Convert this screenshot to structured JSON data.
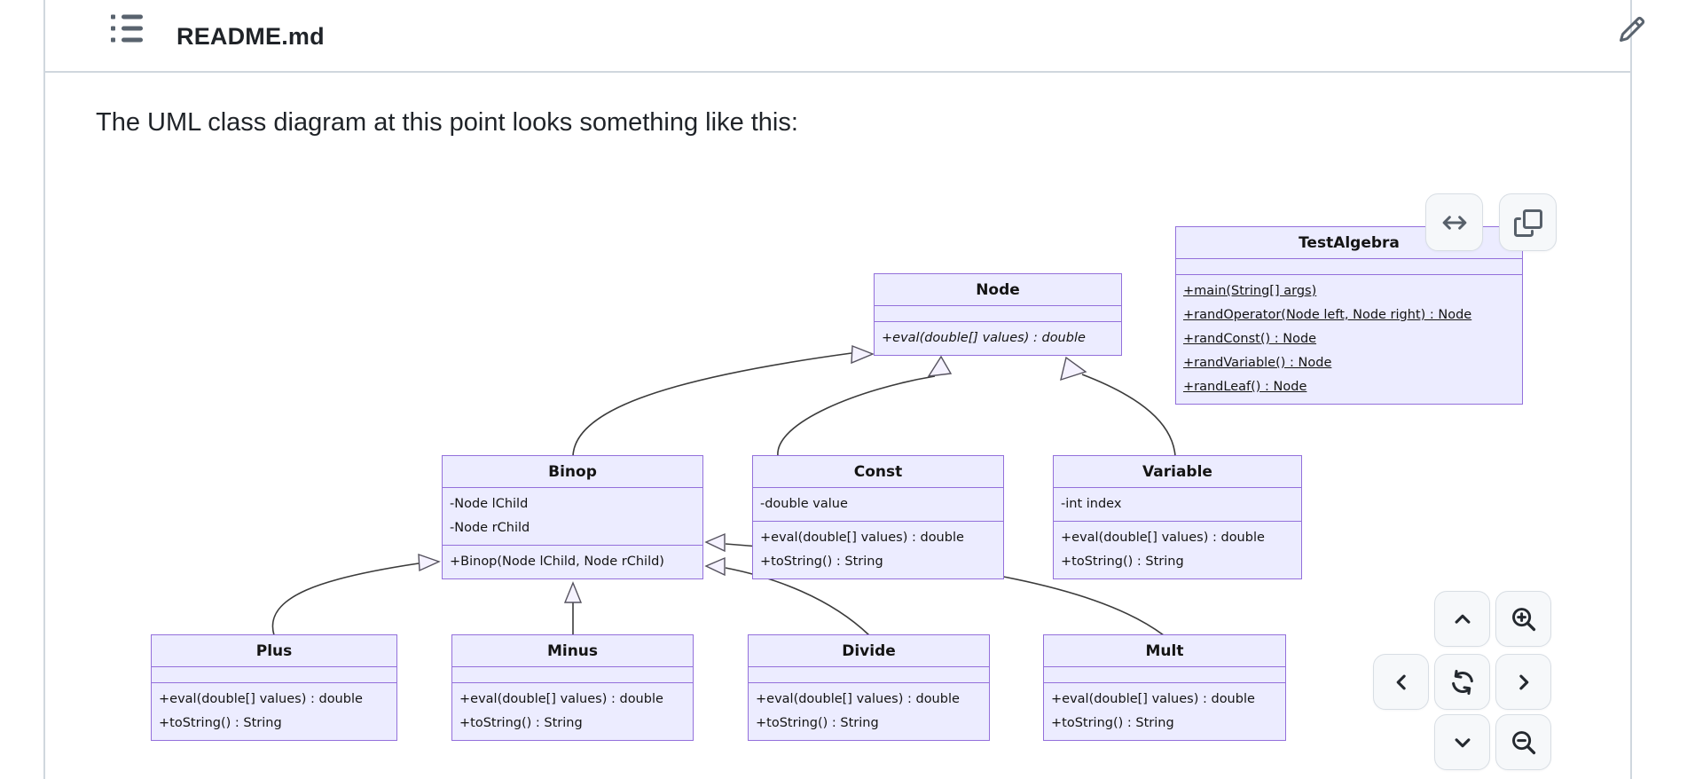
{
  "file_header": {
    "filename": "README.md"
  },
  "article": {
    "intro_text": "The UML class diagram at this point looks something like this:"
  },
  "icons": {
    "toc": "list-unordered-icon",
    "edit": "pencil-icon",
    "expand": "arrow-both-icon",
    "copy": "copy-icon",
    "pan_up": "chevron-up-icon",
    "pan_down": "chevron-down-icon",
    "pan_left": "chevron-left-icon",
    "pan_right": "chevron-right-icon",
    "reset": "sync-icon",
    "zoom_in": "zoom-in-icon",
    "zoom_out": "zoom-out-icon"
  },
  "colors": {
    "class_fill": "#ECECFF",
    "class_border": "#9370DB",
    "edge_line": "#3b3b3b",
    "ui_border": "#d0d7de",
    "ui_text": "#1f2328",
    "ui_icon_muted": "#59636e"
  },
  "uml": {
    "classes": [
      {
        "name": "Node",
        "attributes": [],
        "methods": [
          "+eval(double[] values) : double"
        ],
        "method_style": "abstract"
      },
      {
        "name": "TestAlgebra",
        "attributes": [],
        "methods": [
          "+main(String[] args)",
          "+randOperator(Node left, Node right) : Node",
          "+randConst() : Node",
          "+randVariable() : Node",
          "+randLeaf() : Node"
        ],
        "method_style": "static"
      },
      {
        "name": "Binop",
        "attributes": [
          "-Node lChild",
          "-Node rChild"
        ],
        "methods": [
          "+Binop(Node lChild, Node rChild)"
        ],
        "method_style": "normal"
      },
      {
        "name": "Const",
        "attributes": [
          "-double value"
        ],
        "methods": [
          "+eval(double[] values) : double",
          "+toString() : String"
        ],
        "method_style": "normal"
      },
      {
        "name": "Variable",
        "attributes": [
          "-int index"
        ],
        "methods": [
          "+eval(double[] values) : double",
          "+toString() : String"
        ],
        "method_style": "normal"
      },
      {
        "name": "Plus",
        "attributes": [],
        "methods": [
          "+eval(double[] values) : double",
          "+toString() : String"
        ],
        "method_style": "normal"
      },
      {
        "name": "Minus",
        "attributes": [],
        "methods": [
          "+eval(double[] values) : double",
          "+toString() : String"
        ],
        "method_style": "normal"
      },
      {
        "name": "Divide",
        "attributes": [],
        "methods": [
          "+eval(double[] values) : double",
          "+toString() : String"
        ],
        "method_style": "normal"
      },
      {
        "name": "Mult",
        "attributes": [],
        "methods": [
          "+eval(double[] values) : double",
          "+toString() : String"
        ],
        "method_style": "normal"
      }
    ],
    "relations": [
      "Binop --|> Node",
      "Const --|> Node",
      "Variable --|> Node",
      "Plus --|> Binop",
      "Minus --|> Binop",
      "Divide --|> Binop",
      "Mult --|> Binop"
    ]
  }
}
